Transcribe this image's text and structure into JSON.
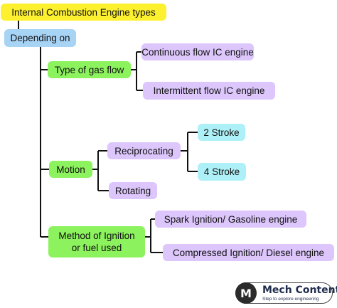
{
  "nodes": {
    "root": "Internal Combustion Engine types",
    "depending_on": "Depending on",
    "gas_flow": "Type of gas flow",
    "continuous": "Continuous flow IC engine",
    "intermittent": "Intermittent flow IC engine",
    "motion": "Motion",
    "reciprocating": "Reciprocating",
    "two_stroke": "2 Stroke",
    "four_stroke": "4 Stroke",
    "rotating": "Rotating",
    "ignition_line1": "Method of Ignition",
    "ignition_line2": "or fuel used",
    "spark": "Spark Ignition/ Gasoline engine",
    "compressed": "Compressed Ignition/ Diesel engine"
  },
  "logo": {
    "mark": "M",
    "brand": "Mech Content",
    "tagline": "Step to explore engineering"
  },
  "colors": {
    "root": "#fdf02e",
    "category": "#a7d3f5",
    "criteria": "#8cf25e",
    "type": "#dcc6fb",
    "subtype": "#aef0f7",
    "connector": "#111111"
  }
}
